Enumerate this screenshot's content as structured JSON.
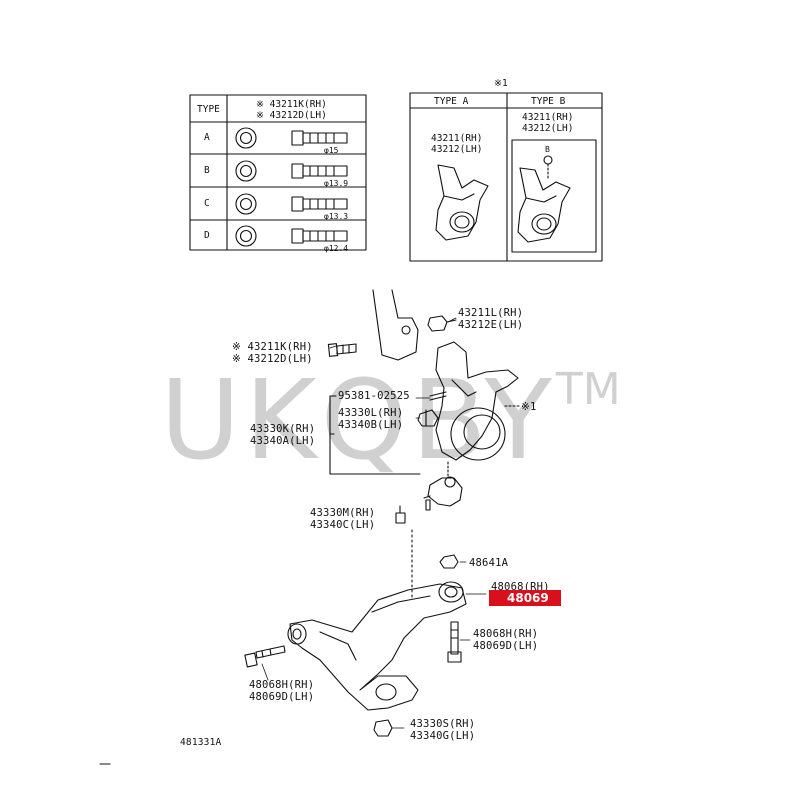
{
  "type_table": {
    "header_type": "TYPE",
    "header_part_1": "※ 43211K(RH)",
    "header_part_2": "※ 43212D(LH)",
    "rows": [
      {
        "type": "A",
        "dim": "φ15"
      },
      {
        "type": "B",
        "dim": "φ13.9"
      },
      {
        "type": "C",
        "dim": "φ13.3"
      },
      {
        "type": "D",
        "dim": "φ12.4"
      }
    ]
  },
  "knuckle_table": {
    "marker": "※1",
    "type_a": "TYPE A",
    "type_b": "TYPE B",
    "a_part_1": "43211(RH)",
    "a_part_2": "43212(LH)",
    "b_part_1": "43211(RH)",
    "b_part_2": "43212(LH)",
    "b_mark": "B"
  },
  "labels": {
    "nut_rh": "43211L(RH)",
    "nut_lh": "43212E(LH)",
    "bolt_rh": "※ 43211K(RH)",
    "bolt_lh": "※ 43212D(LH)",
    "cotter": "95381-02525",
    "castle_rh": "43330L(RH)",
    "castle_lh": "43340B(LH)",
    "joint_rh": "43330K(RH)",
    "joint_lh": "43340A(LH)",
    "knuckle_mark": "※1",
    "bj_bolt_rh": "43330M(RH)",
    "bj_bolt_lh": "43340C(LH)",
    "nut_48641": "48641A",
    "arm_rh": "48068(RH)",
    "arm_highlight": "48069",
    "rbolt_rh": "48068H(RH)",
    "rbolt_lh": "48069D(LH)",
    "lbolt_rh": "48068H(RH)",
    "lbolt_lh": "48069D(LH)",
    "bnut_rh": "43330S(RH)",
    "bnut_lh": "43340G(LH)",
    "figure_number": "481331A"
  },
  "watermark": "UKQBY",
  "watermark_tm": "TM",
  "colors": {
    "highlight": "#d8101c",
    "line": "#111111"
  }
}
